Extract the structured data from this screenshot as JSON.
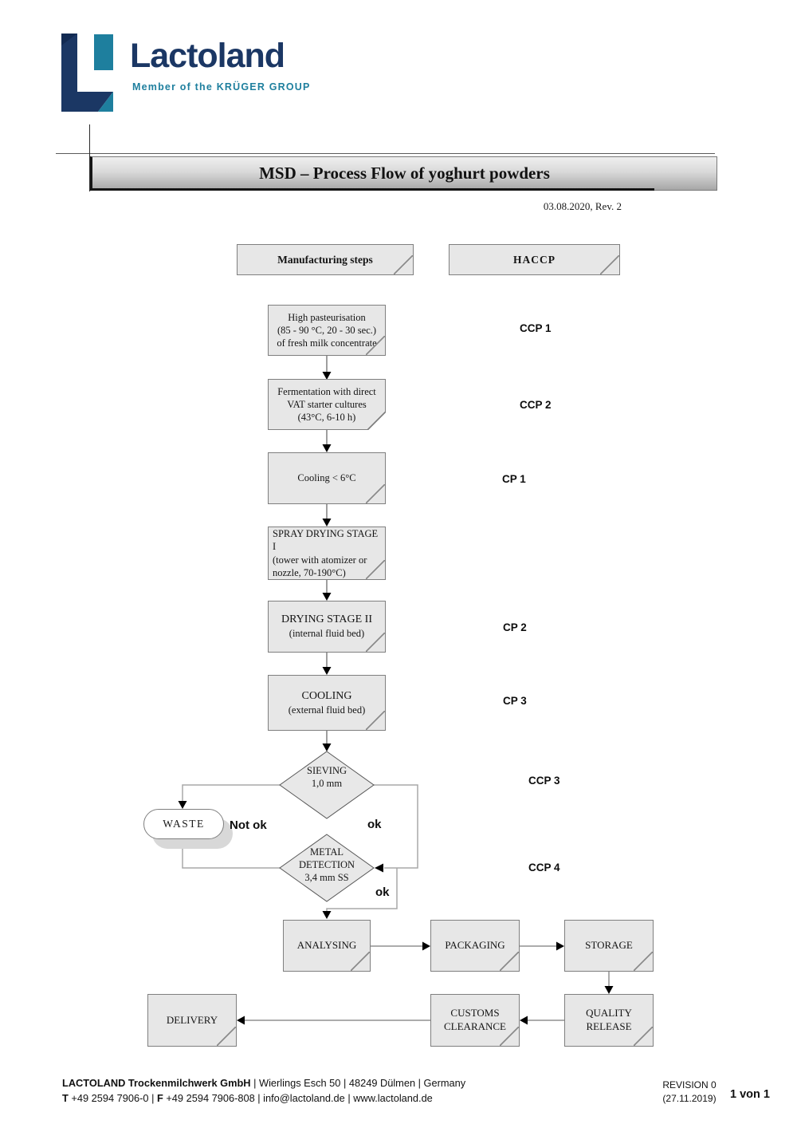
{
  "logo": {
    "brand": "Lactoland",
    "tagline": "Member of the KRÜGER GROUP"
  },
  "colors": {
    "navy": "#1b3764",
    "navy_dark": "#122a52",
    "teal": "#1e7f9e",
    "box_fill": "#e7e7e7",
    "box_border": "#7f7f7f"
  },
  "header": {
    "title": "MSD – Process Flow of yoghurt powders",
    "date_revision": "03.08.2020, Rev. 2"
  },
  "columns": {
    "left": "Manufacturing steps",
    "right": "HACCP"
  },
  "steps": [
    {
      "lines": [
        "High pasteurisation",
        "(85 - 90 °C, 20 - 30 sec.)",
        "of fresh milk concentrate"
      ],
      "haccp": "CCP 1"
    },
    {
      "lines": [
        "Fermentation with direct",
        "VAT starter cultures",
        "(43°C, 6-10 h)"
      ],
      "haccp": "CCP 2"
    },
    {
      "lines": [
        "Cooling < 6°C"
      ],
      "haccp": "CP 1"
    },
    {
      "lines": [
        "SPRAY DRYING STAGE I",
        "(tower with atomizer or",
        "nozzle, 70-190°C)"
      ],
      "haccp": ""
    },
    {
      "lines": [
        "DRYING STAGE II",
        "(internal fluid bed)"
      ],
      "haccp": "CP 2"
    },
    {
      "lines": [
        "COOLING",
        "(external fluid bed)"
      ],
      "haccp": "CP 3"
    }
  ],
  "decisions": [
    {
      "lines": [
        "SIEVING",
        "1,0 mm"
      ],
      "haccp": "CCP 3"
    },
    {
      "lines": [
        "METAL",
        "DETECTION",
        "3,4 mm SS"
      ],
      "haccp": "CCP 4"
    }
  ],
  "labels": {
    "not_ok": "Not ok",
    "ok_sieving": "ok",
    "ok_metal": "ok",
    "waste": "WASTE"
  },
  "end_steps": {
    "analysing": "ANALYSING",
    "packaging": "PACKAGING",
    "storage": "STORAGE",
    "quality_release": [
      "QUALITY",
      "RELEASE"
    ],
    "customs": [
      "CUSTOMS",
      "CLEARANCE"
    ],
    "delivery": "DELIVERY"
  },
  "footer": {
    "company": "LACTOLAND Trockenmilchwerk GmbH",
    "company_rest": " | Wierlings Esch 50 | 48249 Dülmen | Germany",
    "t_label": "T",
    "t_rest": " +49 2594 7906-0 | ",
    "f_label": "F",
    "f_rest": " +49 2594 7906-808 | info@lactoland.de | www.lactoland.de",
    "revision_line1": "REVISION 0",
    "revision_line2": "(27.11.2019)",
    "page": "1 von 1"
  }
}
